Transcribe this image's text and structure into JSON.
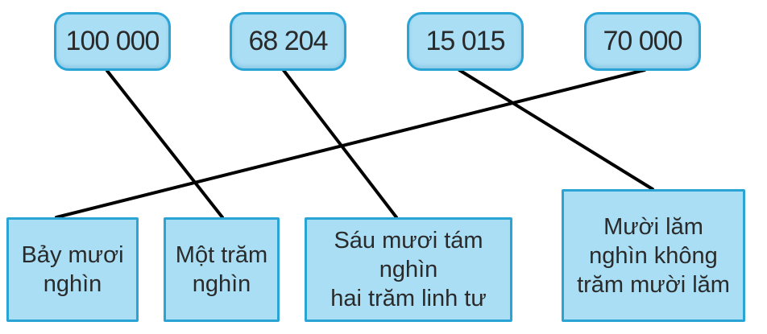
{
  "numbers": [
    {
      "id": "n1",
      "label": "100 000"
    },
    {
      "id": "n2",
      "label": "68 204"
    },
    {
      "id": "n3",
      "label": "15 015"
    },
    {
      "id": "n4",
      "label": "70 000"
    }
  ],
  "words": [
    {
      "id": "w1",
      "line1": "Bảy mươi",
      "line2": "nghìn",
      "line3": ""
    },
    {
      "id": "w2",
      "line1": "Một trăm",
      "line2": "nghìn",
      "line3": ""
    },
    {
      "id": "w3",
      "line1": "Sáu mươi tám nghìn",
      "line2": "hai trăm linh tư",
      "line3": ""
    },
    {
      "id": "w4",
      "line1": "Mười lăm",
      "line2": "nghìn không",
      "line3": "trăm mười lăm"
    }
  ],
  "connections": [
    {
      "from": "100 000",
      "to": "Một trăm nghìn"
    },
    {
      "from": "68 204",
      "to": "Sáu mươi tám nghìn hai trăm linh tư"
    },
    {
      "from": "15 015",
      "to": "Mười lăm nghìn không trăm mười lăm"
    },
    {
      "from": "70 000",
      "to": "Bảy mươi nghìn"
    }
  ],
  "colors": {
    "box_fill": "#a9def5",
    "box_border": "#2aa3d5",
    "line": "#000000",
    "text": "#2a2a2a"
  }
}
